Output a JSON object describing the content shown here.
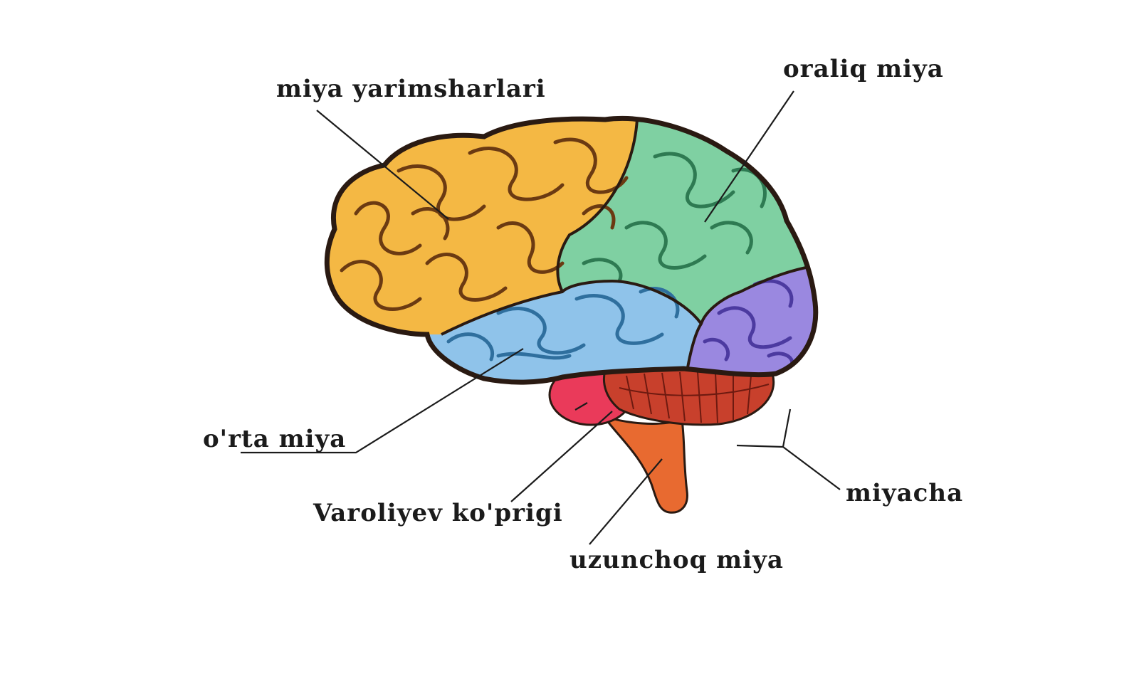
{
  "labels": {
    "hemispheres": "miya yarimsharlari",
    "diencephalon": "oraliq miya",
    "midbrain": "o'rta miya",
    "pons": "Varoliyev ko'prigi",
    "medulla": "uzunchoq miya",
    "cerebellum": "miyacha"
  },
  "colors": {
    "frontal": "#f4b844",
    "parietal": "#7fd0a2",
    "temporal": "#8fc3ea",
    "occipital": "#9a88e0",
    "cerebellum": "#c8402c",
    "pons": "#ea3a5a",
    "medulla": "#e86a30",
    "outline": "#2a1a12"
  }
}
